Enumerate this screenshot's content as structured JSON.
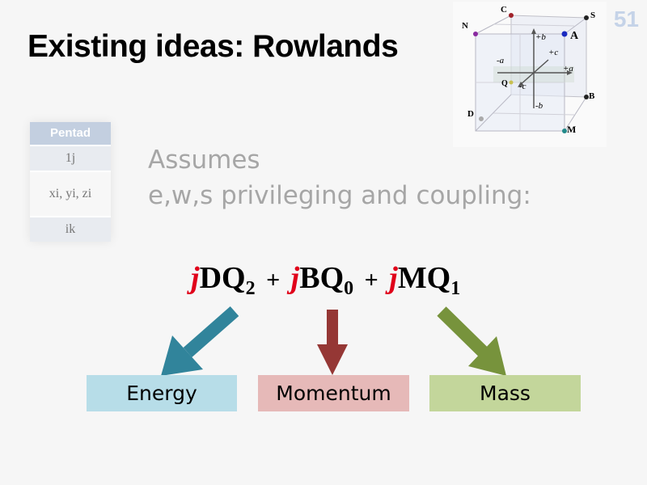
{
  "slide": {
    "number": "51",
    "title": "Existing ideas: Rowlands"
  },
  "cube": {
    "labels": {
      "C": "C",
      "S": "S",
      "N": "N",
      "A": "A",
      "B": "B",
      "D": "D",
      "M": "M",
      "Q": "Q",
      "plus_b": "+b",
      "plus_c": "+c",
      "minus_a": "-a",
      "plus_a": "+a",
      "minus_c": "-c",
      "minus_b": "-b"
    }
  },
  "pentad": {
    "header": "Pentad",
    "row1": "1j",
    "row2": "xi, yi, zi",
    "row3": "ik"
  },
  "assumes": {
    "line1": "Assumes",
    "line2": "e,w,s privileging and coupling:"
  },
  "equation": {
    "term1": {
      "prefix": "j",
      "main": "DQ",
      "sub": "2"
    },
    "op1": "+",
    "term2": {
      "prefix": "j",
      "main": "BQ",
      "sub": "0"
    },
    "op2": "+",
    "term3": {
      "prefix": "j",
      "main": "MQ",
      "sub": "1"
    }
  },
  "boxes": {
    "energy": "Energy",
    "momentum": "Momentum",
    "mass": "Mass"
  },
  "colors": {
    "energy_box": "#b7dde8",
    "momentum_box": "#e6b9b8",
    "mass_box": "#c3d69b",
    "arrow_energy": "#31849b",
    "arrow_momentum": "#953735",
    "arrow_mass": "#77933c",
    "j_red": "#e0001a"
  }
}
